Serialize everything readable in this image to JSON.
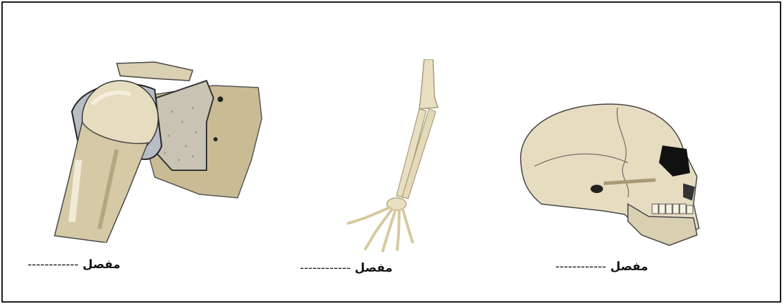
{
  "figures": [
    {
      "id": "shoulder",
      "caption_word": "مفصل",
      "blank": "------------"
    },
    {
      "id": "forearm",
      "caption_word": "مفصل",
      "blank": "------------"
    },
    {
      "id": "skull",
      "caption_word": "مفصل",
      "blank": "------------"
    }
  ],
  "colors": {
    "frame": "#1a1a1a",
    "bone": "#e6dcc0",
    "bone_shade": "#c9bb94",
    "bone_dark": "#a89a78",
    "spongy": "#c8c3b3",
    "cartilage": "#b8bcc4",
    "outline": "#222222"
  }
}
